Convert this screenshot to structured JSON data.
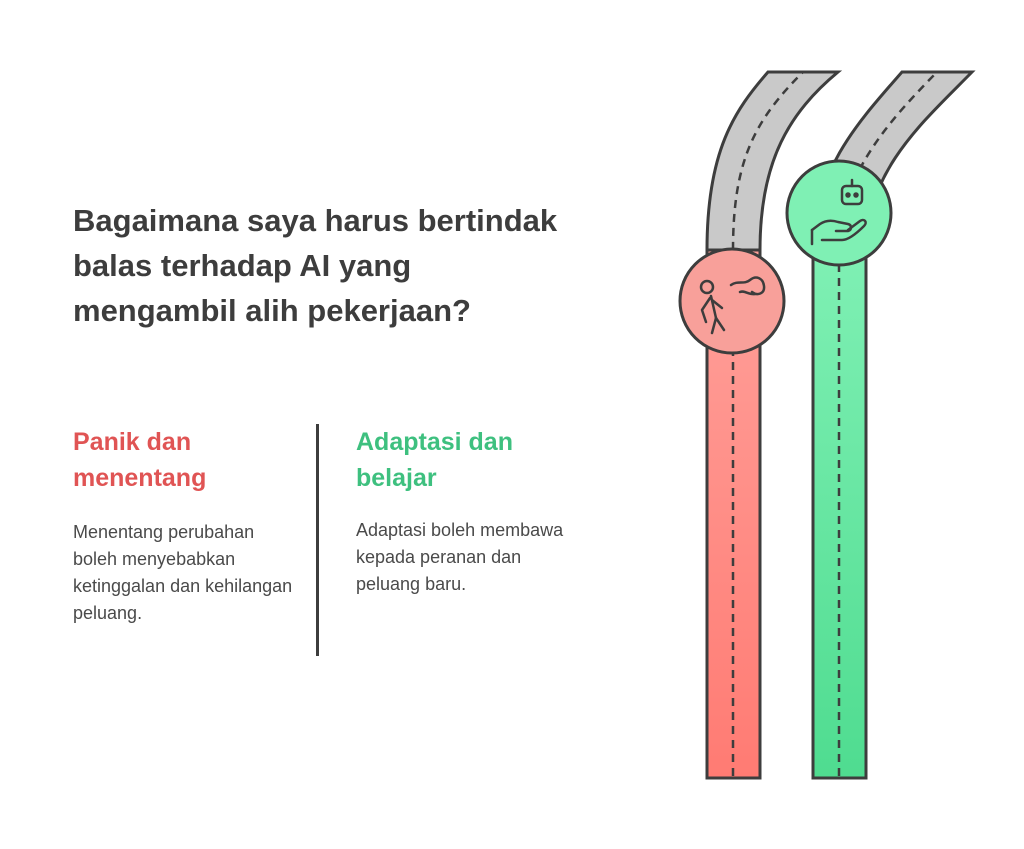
{
  "question": "Bagaimana saya harus bertindak balas terhadap AI yang mengambil alih pekerjaan?",
  "options": [
    {
      "title": "Panik dan menentang",
      "description": "Menentang perubahan boleh menyebabkan ketinggalan dan kehilangan peluang.",
      "color": "#e05454",
      "road_color": "#ff7b73",
      "circle_color": "#f8a09a",
      "icon": "struggling-person-icon"
    },
    {
      "title": "Adaptasi dan belajar",
      "description": "Adaptasi boleh membawa kepada peranan dan peluang baru.",
      "color": "#3ec07f",
      "road_color": "#4fdc90",
      "circle_color": "#7ff0b4",
      "icon": "robot-hand-icon"
    }
  ],
  "colors": {
    "text": "#3d3d3d",
    "road_gray": "#c9c9c9",
    "outline": "#3d3d3d"
  }
}
